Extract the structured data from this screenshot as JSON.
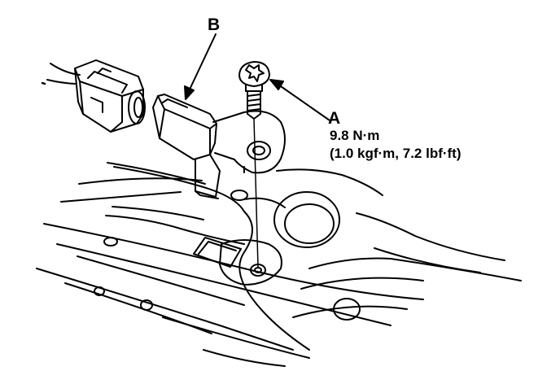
{
  "callouts": {
    "b": "B",
    "a": "A"
  },
  "torque": {
    "metric": "9.8 N·m",
    "alternate": "(1.0 kgf·m, 7.2 lbf·ft)"
  },
  "colors": {
    "ink": "#000000",
    "paper": "#ffffff"
  }
}
